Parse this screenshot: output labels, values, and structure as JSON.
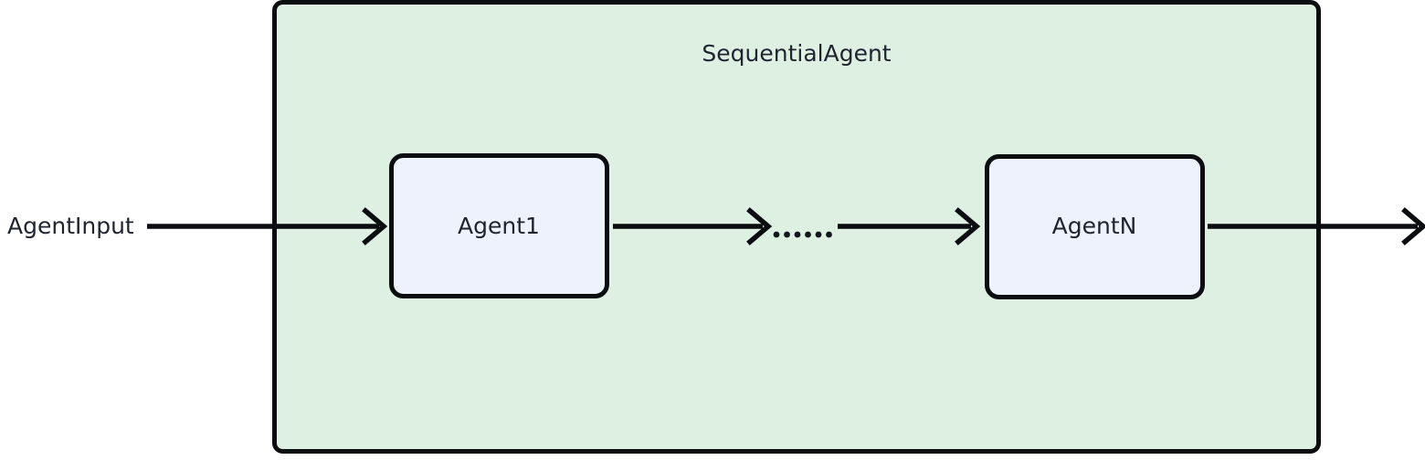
{
  "diagram": {
    "type": "flow-diagram",
    "title": "SequentialAgent",
    "background_color": "#ffffff",
    "group": {
      "label": "SequentialAgent",
      "fill_color": "#ddf0e1",
      "border_color": "#0b0d10"
    },
    "external_input": {
      "label": "AgentInput"
    },
    "nodes": [
      {
        "id": "agent1",
        "label": "Agent1",
        "fill_color": "#eef2fc",
        "border_color": "#0b0d10"
      },
      {
        "id": "agentN",
        "label": "AgentN",
        "fill_color": "#eef2fc",
        "border_color": "#0b0d10"
      }
    ],
    "ellipsis": {
      "label": "......",
      "dot_count": 6
    },
    "edges": [
      {
        "from": "AgentInput",
        "to": "Agent1",
        "label": ""
      },
      {
        "from": "Agent1",
        "to": "......",
        "label": ""
      },
      {
        "from": "......",
        "to": "AgentN",
        "label": ""
      },
      {
        "from": "AgentN",
        "to": "output",
        "label": ""
      }
    ],
    "colors": {
      "group_fill": "#ddf0e1",
      "node_fill": "#eef2fc",
      "stroke": "#0b0d10",
      "text": "#1f2430"
    }
  }
}
